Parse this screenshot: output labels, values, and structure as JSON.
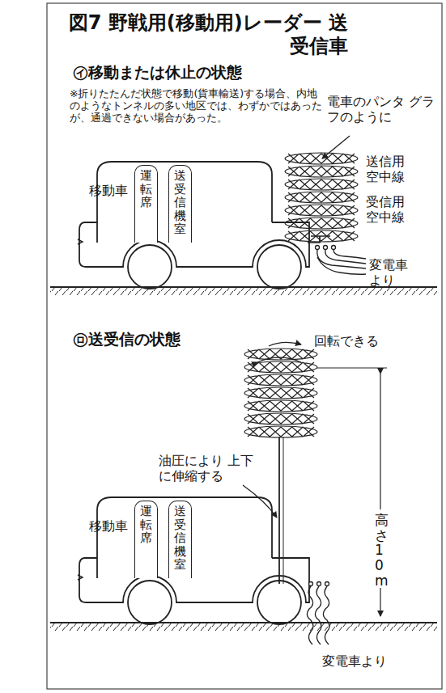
{
  "diagram": {
    "title": "図7 野戦用(移動用)レーダー 送受信車",
    "nodes": [
      {
        "text": [
          "運転席"
        ]
      },
      {
        "text": [
          "送受信機室"
        ]
      },
      {
        "text": [
          "運転席"
        ]
      },
      {
        "text": [
          "送受信機室"
        ]
      }
    ],
    "labels": [
      "㋑移動または休止の状態",
      "※折りたたんだ状態で移動(貨車輸送)する場合、内地のようなトンネルの多い地区では、わずかではあったが、通過できない場合があった。",
      "電車のパンタ グラフのように",
      "送信用 空中線",
      "受信用 空中線",
      "移動車",
      "変電車 より",
      "㋺送受信の状態",
      "回転できる",
      "油圧により 上下に伸縮する",
      "高さ10m",
      "移動車",
      "変電車より"
    ]
  }
}
